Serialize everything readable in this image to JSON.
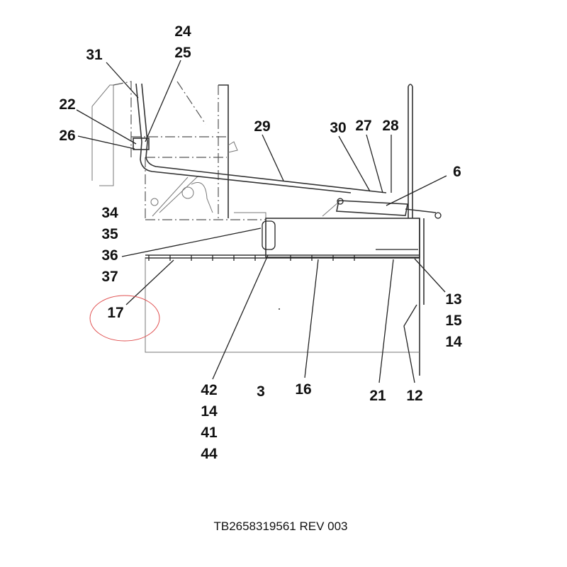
{
  "diagram": {
    "callouts": {
      "c24": "24",
      "c25": "25",
      "c31": "31",
      "c22": "22",
      "c26": "26",
      "c29": "29",
      "c30": "30",
      "c27": "27",
      "c28": "28",
      "c6": "6",
      "c34": "34",
      "c35": "35",
      "c36": "36",
      "c37": "37",
      "c17": "17",
      "c13": "13",
      "c15": "15",
      "c14a": "14",
      "c42": "42",
      "c14b": "14",
      "c41": "41",
      "c44": "44",
      "c3": "3",
      "c16": "16",
      "c21": "21",
      "c12": "12"
    },
    "highlight_color": "#e05050",
    "caption": "TB2658319561 REV 003"
  }
}
